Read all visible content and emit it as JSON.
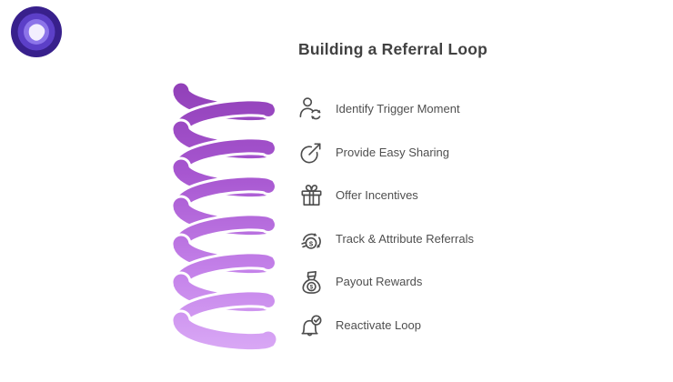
{
  "theme": {
    "background": "#FFFFFF",
    "title_color": "#414141",
    "label_color": "#4F4F4F",
    "icon_color": "#4D4D4D"
  },
  "brand": {
    "outer": "#38208C",
    "ring": "#5C3FC8",
    "inner_ring": "#8C74E9",
    "core": "#F2EEFE"
  },
  "header": {
    "title": "Building a Referral Loop"
  },
  "spiral": {
    "gradient_top": "#8E3DB5",
    "gradient_mid1": "#A756D0",
    "gradient_mid2": "#C583EA",
    "gradient_bottom": "#DCAEF7"
  },
  "steps": [
    {
      "icon": "user-sync-icon",
      "label": "Identify Trigger Moment"
    },
    {
      "icon": "share-arrow-icon",
      "label": "Provide Easy Sharing"
    },
    {
      "icon": "gift-icon",
      "label": "Offer Incentives"
    },
    {
      "icon": "money-sync-icon",
      "label": "Track & Attribute Referrals"
    },
    {
      "icon": "money-bag-icon",
      "label": "Payout Rewards"
    },
    {
      "icon": "bell-check-icon",
      "label": "Reactivate Loop"
    }
  ]
}
